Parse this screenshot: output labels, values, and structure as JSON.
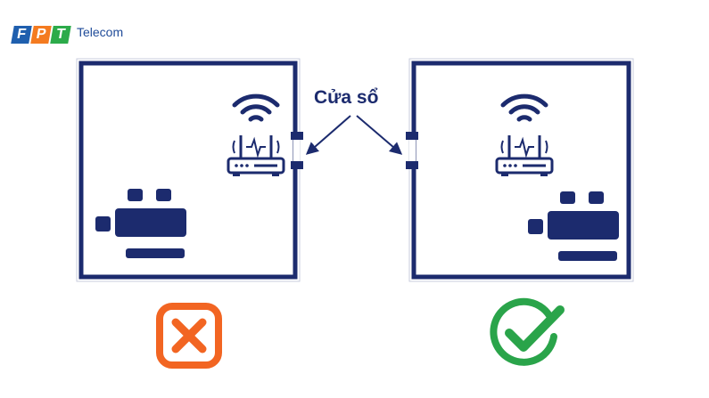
{
  "logo": {
    "letters": [
      "F",
      "P",
      "T"
    ],
    "colors": [
      "#1f5fae",
      "#f47b20",
      "#2cab4a"
    ],
    "company": "Telecom"
  },
  "callout": {
    "label": "Cửa sổ"
  },
  "colors": {
    "navy": "#1c2b6e",
    "frame_outer": "#c9cede",
    "wrong": "#f26522",
    "right": "#2aa44a"
  },
  "icons": {
    "left_room": [
      "wifi-router-icon",
      "desk-chairs-icon"
    ],
    "right_room": [
      "wifi-router-icon",
      "desk-chairs-icon"
    ],
    "left_verdict": "cross-icon",
    "right_verdict": "check-icon"
  }
}
